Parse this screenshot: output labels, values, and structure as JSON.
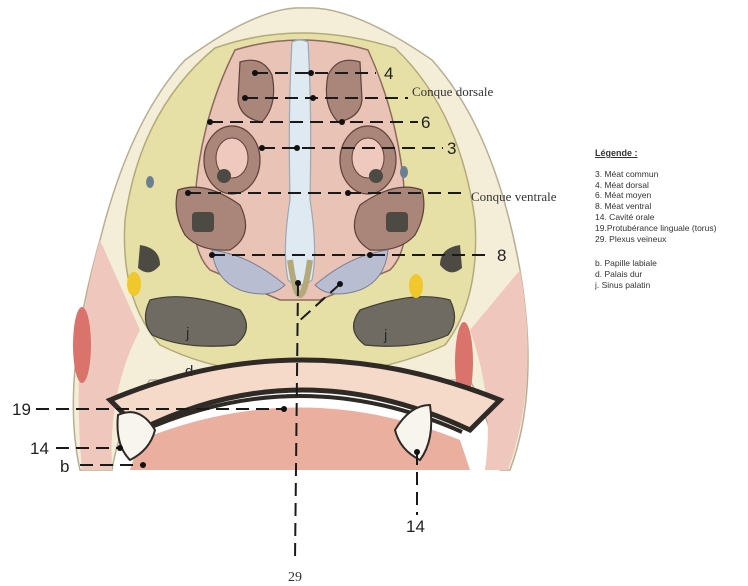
{
  "figure": {
    "labels": {
      "l4": "4",
      "l6": "6",
      "l3": "3",
      "l8": "8",
      "l19": "19",
      "l14_left": "14",
      "l14_bottom": "14",
      "lb": "b",
      "l29": "29",
      "conque_dorsale": "Conque dorsale",
      "conque_ventrale": "Conque ventrale",
      "j_left": "j",
      "j_right": "j",
      "d": "d"
    }
  },
  "legend": {
    "title": "Légende :",
    "items": [
      "3. Méat commun",
      "4. Méat dorsal",
      "6. Méat moyen",
      "8.  Méat ventral",
      "14. Cavité orale",
      "19.Protubérance linguale (torus)",
      "29. Plexus veineux"
    ],
    "items2": [
      "b. Papille labiale",
      "d. Palais dur",
      "j.  Sinus palatin"
    ]
  },
  "colors": {
    "skin": "#f1ead3",
    "yellow_tissue": "#e4dfa0",
    "pink_mucosa": "#e8b4a8",
    "brown_conchae": "#a8857a",
    "septum": "#dfe9f1",
    "dark_gray": "#6f6b62",
    "red_muscle": "#d9736b",
    "yellow_spot": "#f0c82c"
  }
}
